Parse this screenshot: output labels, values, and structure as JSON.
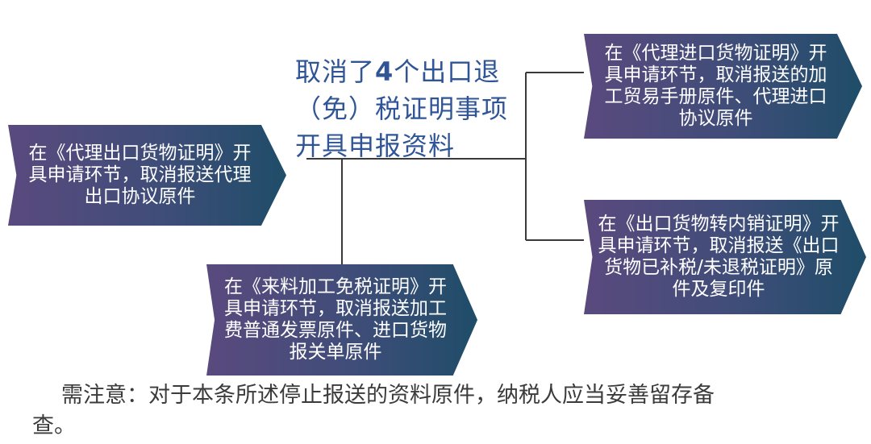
{
  "title": {
    "line1_prefix": "取消了",
    "line1_number": "4",
    "line1_suffix": "个出口退",
    "line2": "（免）税证明事项",
    "line3": "开具申报资料"
  },
  "boxes": {
    "left": "在《代理出口货物证明》开具申请环节，取消报送代理出口协议原件",
    "bottom": "在《来料加工免税证明》开具申请环节，取消报送加工费普通发票原件、进口货物报关单原件",
    "top_right": "在《代理进口货物证明》开具申请环节，取消报送的加工贸易手册原件、代理进口协议原件",
    "mid_right": "在《出口货物转内销证明》开具申请环节，取消报送《出口货物已补税/未退税证明》原件及复印件"
  },
  "note": "需注意：对于本条所述停止报送的资料原件，纳税人应当妥善留存备查。",
  "colors": {
    "title": "#2f5596",
    "box_start": "#5a4a7e",
    "box_end": "#1f4d68",
    "connector": "#3a3a3a",
    "note": "#3b3b3b"
  }
}
